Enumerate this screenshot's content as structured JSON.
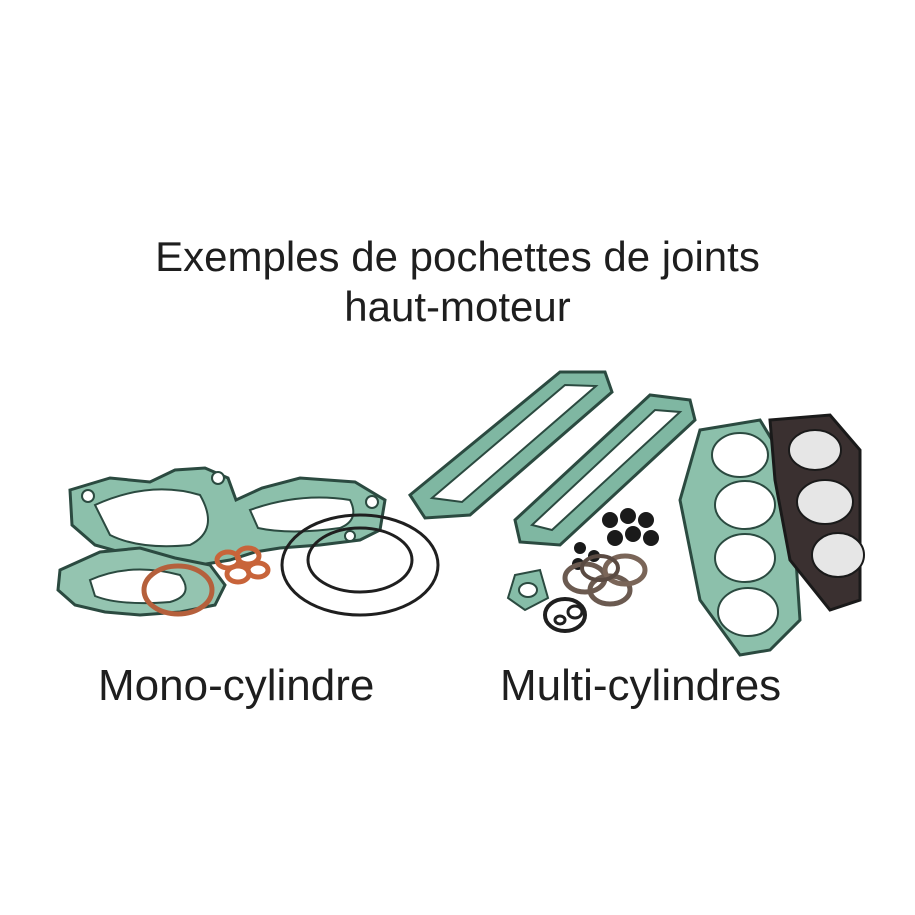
{
  "heading": {
    "line1": "Exemples de pochettes de joints",
    "line2": "haut-moteur"
  },
  "captions": {
    "mono": "Mono-cylindre",
    "multi": "Multi-cylindres"
  },
  "colors": {
    "gasket_green": "#7fb7a2",
    "gasket_outline": "#2b4a40",
    "copper": "#c8643a",
    "dark_ring": "#1f1f1f",
    "graphite": "#3a3030"
  }
}
